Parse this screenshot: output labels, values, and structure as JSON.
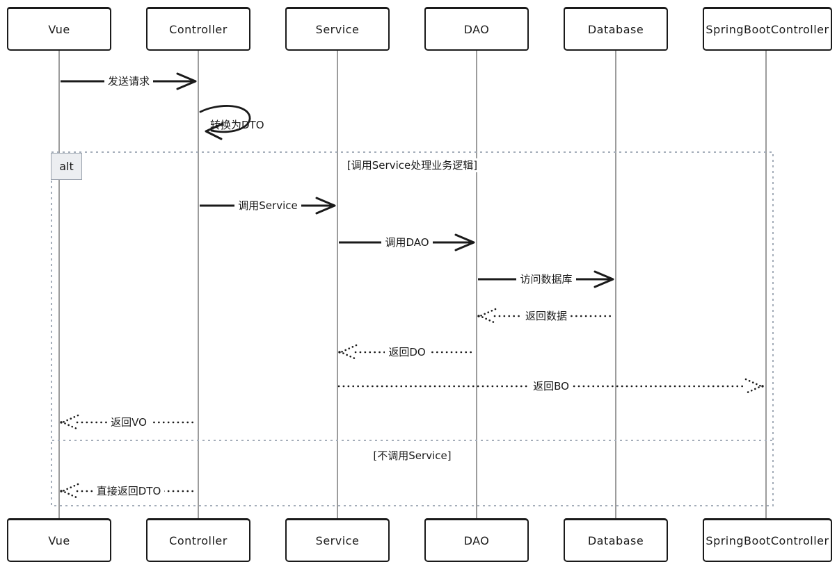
{
  "diagram": {
    "kind": "sequence-diagram",
    "actors": [
      {
        "name": "Vue"
      },
      {
        "name": "Controller"
      },
      {
        "name": "Service"
      },
      {
        "name": "DAO"
      },
      {
        "name": "Database"
      },
      {
        "name": "SpringBootController"
      }
    ],
    "messages": [
      {
        "from": "Vue",
        "to": "Controller",
        "label": "发送请求",
        "line": "solid"
      },
      {
        "from": "Controller",
        "to": "Controller",
        "label": "转换为DTO",
        "line": "self-loop"
      },
      {
        "from": "Controller",
        "to": "Service",
        "label": "调用Service",
        "line": "solid"
      },
      {
        "from": "Service",
        "to": "DAO",
        "label": "调用DAO",
        "line": "solid"
      },
      {
        "from": "DAO",
        "to": "Database",
        "label": "访问数据库",
        "line": "solid"
      },
      {
        "from": "Database",
        "to": "DAO",
        "label": "返回数据",
        "line": "dotted"
      },
      {
        "from": "DAO",
        "to": "Service",
        "label": "返回DO",
        "line": "dotted"
      },
      {
        "from": "Service",
        "to": "SpringBootController",
        "label": "返回BO",
        "line": "dotted"
      },
      {
        "from": "Controller",
        "to": "Vue",
        "label": "返回VO",
        "line": "dotted"
      },
      {
        "from": "Controller",
        "to": "Vue",
        "label": "直接返回DTO",
        "line": "dotted"
      }
    ],
    "alt_frame": {
      "label": "alt",
      "sections": [
        {
          "condition": "[调用Service处理业务逻辑]"
        },
        {
          "condition": "[不调用Service]"
        }
      ]
    },
    "colors": {
      "stroke": "#1a1a1a",
      "lifeline": "#9c9c9c",
      "frame_border": "#a4adb9",
      "alt_label_bg": "#eceef1"
    }
  }
}
